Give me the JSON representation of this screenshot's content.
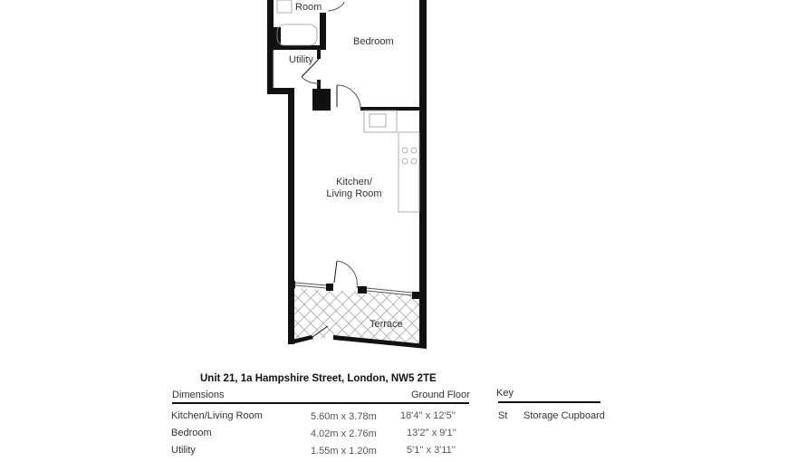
{
  "plan": {
    "rooms": {
      "bathroom_partial": "Room",
      "bedroom": "Bedroom",
      "utility": "Utility",
      "kitchen_line1": "Kitchen/",
      "kitchen_line2": "Living Room",
      "terrace": "Terrace"
    },
    "colors": {
      "wall": "#111111",
      "fixture": "#999999",
      "hatch": "#aaaaaa"
    }
  },
  "info": {
    "address": "Unit 21, 1a Hampshire Street, London, NW5 2TE",
    "dimensions_header": "Dimensions",
    "floor_header": "Ground Floor",
    "rows": [
      {
        "room": "Kitchen/Living Room",
        "metric": "5.60m x 3.78m",
        "imperial": "18'4'' x 12'5''"
      },
      {
        "room": "Bedroom",
        "metric": "4.02m x 2.76m",
        "imperial": "13'2'' x 9'1''"
      },
      {
        "room": "Utility",
        "metric": "1.55m x 1.20m",
        "imperial": "5'1'' x 3'11''"
      }
    ],
    "key_header": "Key",
    "key_items": [
      {
        "code": "St",
        "label": "Storage Cupboard"
      }
    ]
  }
}
